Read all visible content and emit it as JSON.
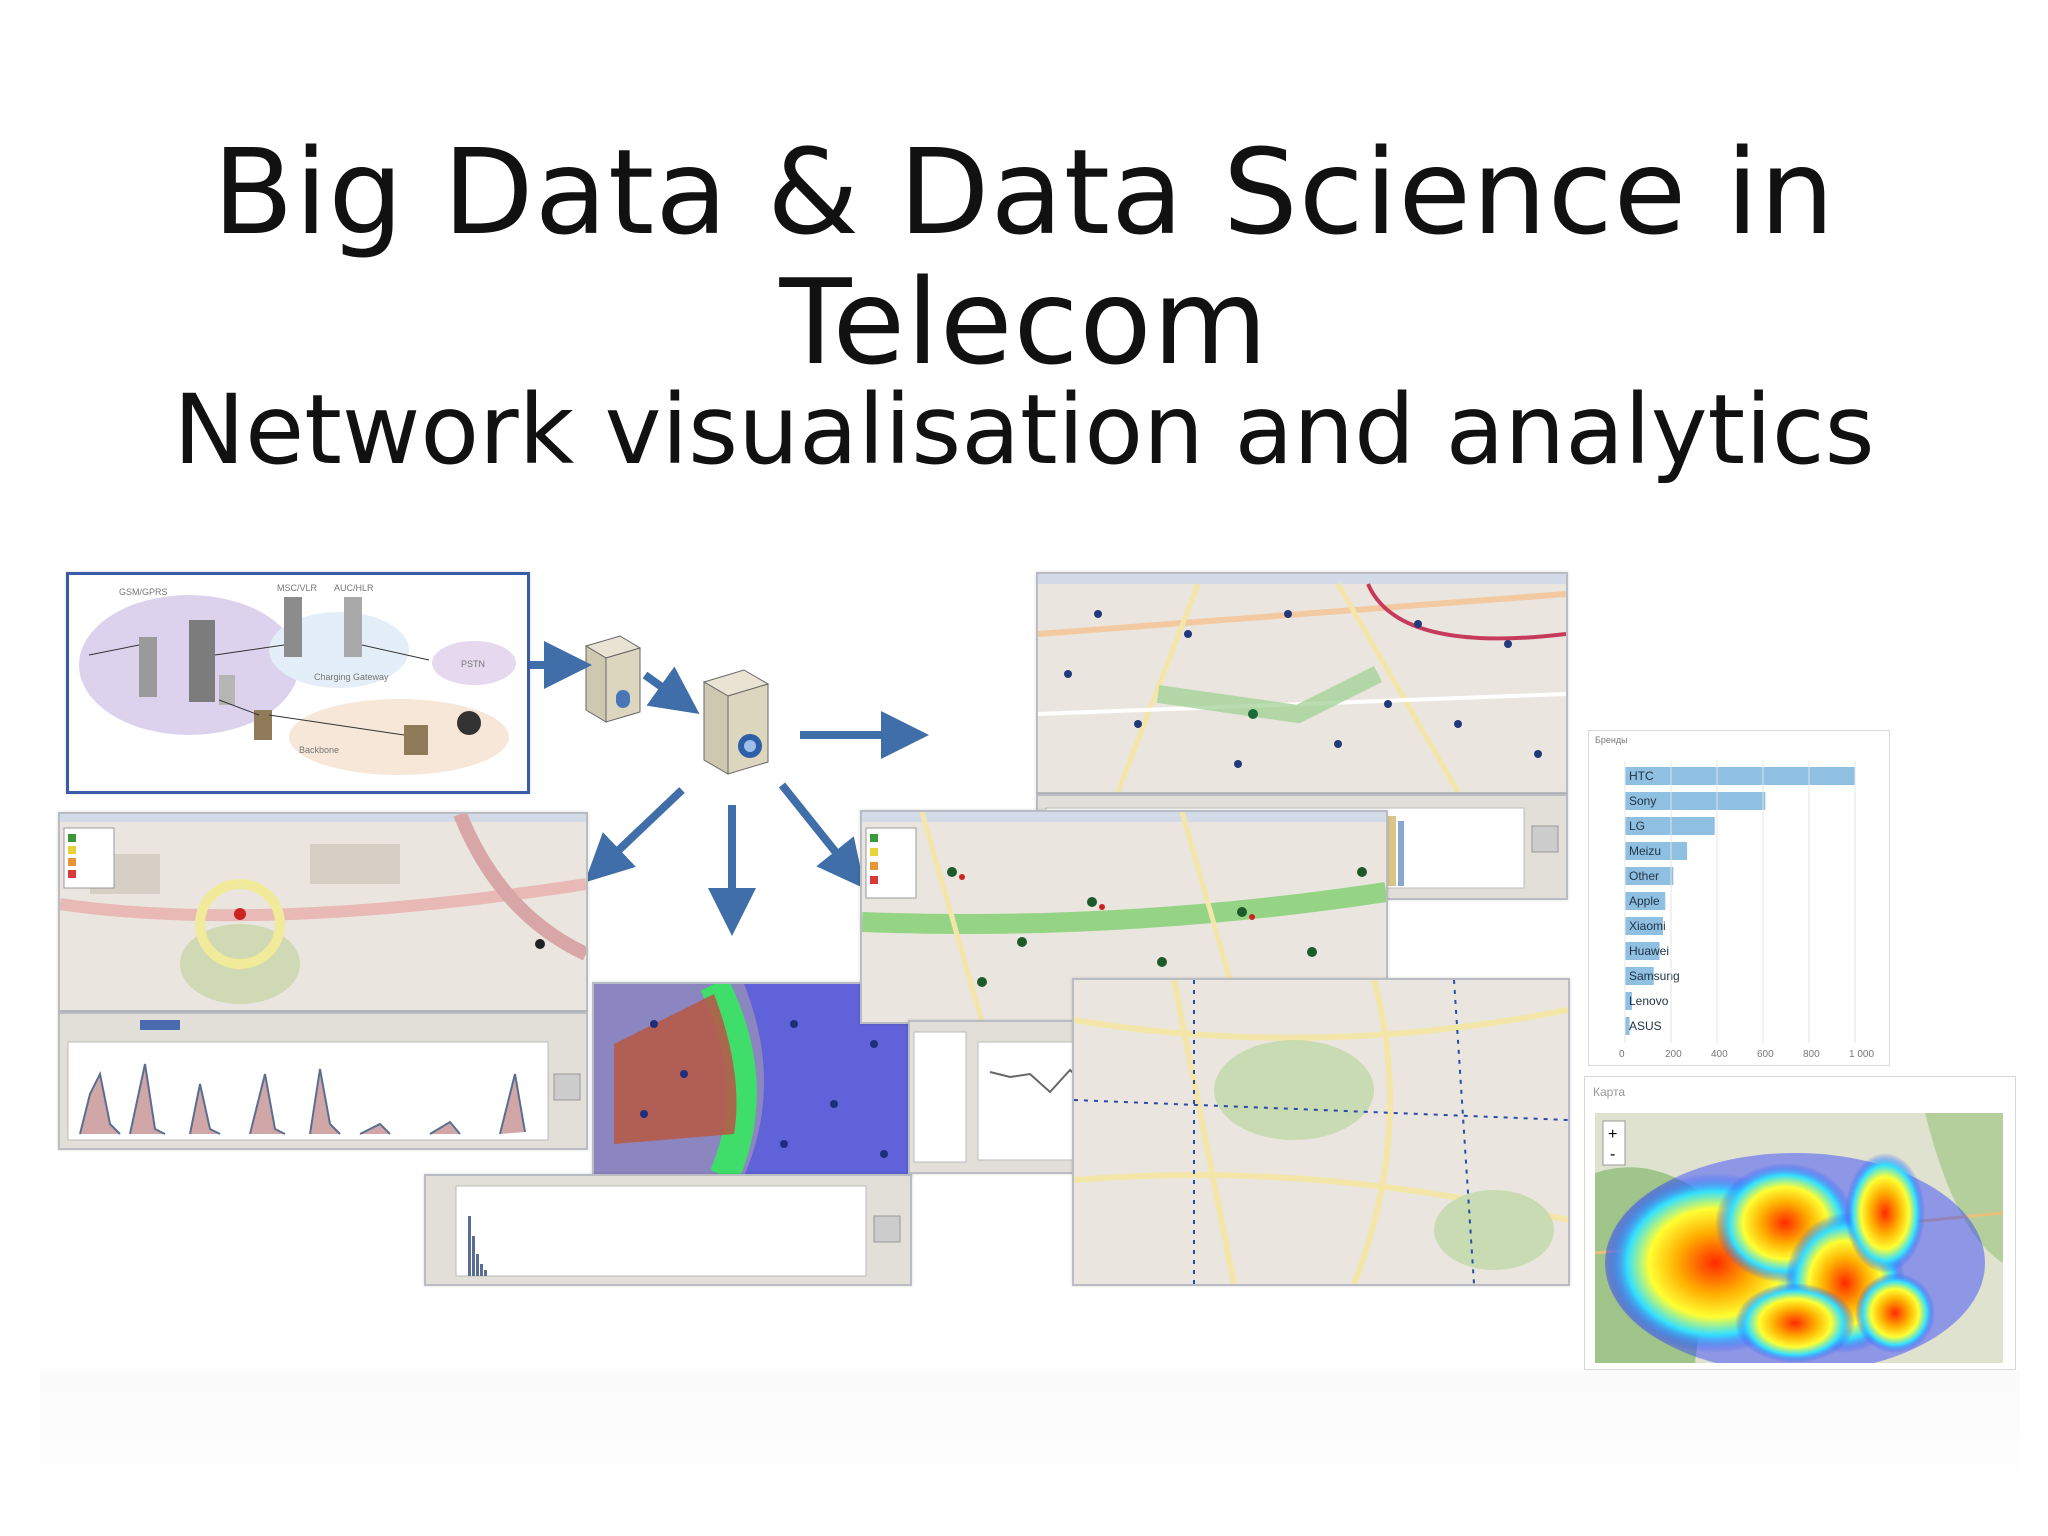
{
  "slide": {
    "title": "Big Data & Data Science in Telecom",
    "subtitle": "Network visualisation and analytics"
  },
  "brand_chart": {
    "title": "Бренды",
    "brands": [
      "HTC",
      "Sony",
      "LG",
      "Meizu",
      "Other",
      "Apple",
      "Xiaomi",
      "Huawei",
      "Samsung",
      "Lenovo",
      "ASUS"
    ],
    "values": [
      1000,
      610,
      390,
      270,
      210,
      175,
      165,
      150,
      125,
      30,
      20
    ],
    "ticks": [
      "0",
      "200",
      "400",
      "600",
      "800",
      "1 000"
    ]
  },
  "heatmap": {
    "title": "Карта",
    "zoom_in": "+",
    "zoom_out": "-"
  },
  "colors": {
    "arrow": "#3f6ea8",
    "bar": "#8fc0e2",
    "frame": "#3a5ca8"
  }
}
